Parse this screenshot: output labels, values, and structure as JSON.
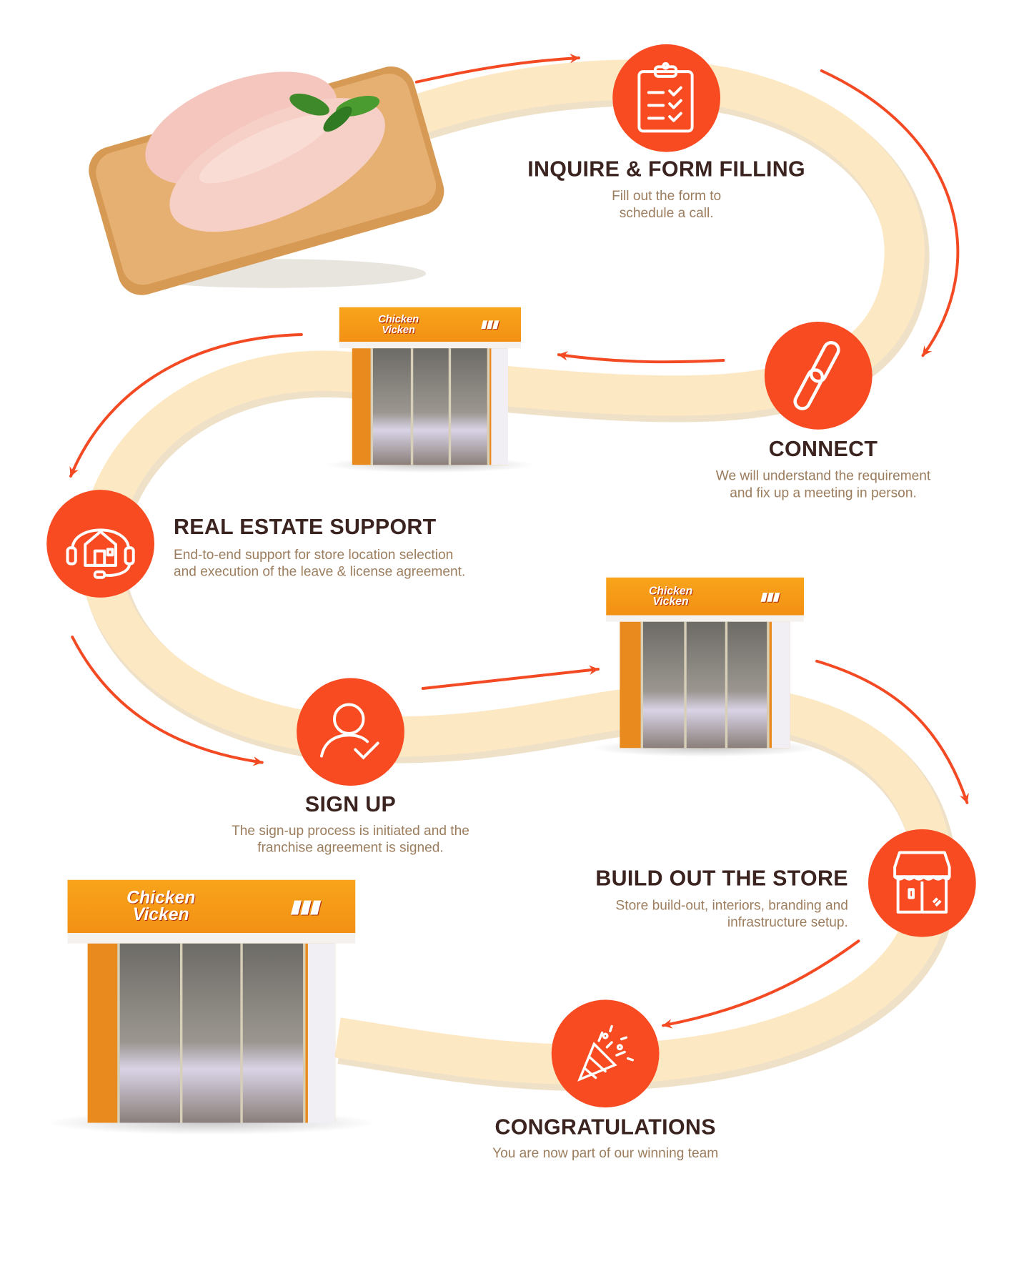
{
  "colors": {
    "accent": "#f84b22",
    "ribbon": "#fde8c4",
    "heading": "#3b2320",
    "text": "#9c7d5e"
  },
  "store_sign": {
    "brand": "Chicken Vicken"
  },
  "steps": [
    {
      "icon": "clipboard-check-icon",
      "title": "INQUIRE & FORM FILLING",
      "desc": [
        "Fill out the form to",
        "schedule a call."
      ]
    },
    {
      "icon": "link-icon",
      "title": "CONNECT",
      "desc": [
        "We will understand the requirement",
        "and fix up a meeting in person."
      ]
    },
    {
      "icon": "house-headset-icon",
      "title": "REAL ESTATE SUPPORT",
      "desc": [
        "End-to-end support for store location selection",
        "and execution of the leave & license agreement."
      ]
    },
    {
      "icon": "user-check-icon",
      "title": "SIGN UP",
      "desc": [
        "The sign-up process is initiated and the",
        "franchise agreement is signed."
      ]
    },
    {
      "icon": "storefront-icon",
      "title": "BUILD OUT THE STORE",
      "desc": [
        "Store build-out, interiors, branding and",
        "infrastructure setup."
      ]
    },
    {
      "icon": "party-popper-icon",
      "title": "CONGRATULATIONS",
      "desc": [
        "You are now part of our winning team"
      ]
    }
  ]
}
